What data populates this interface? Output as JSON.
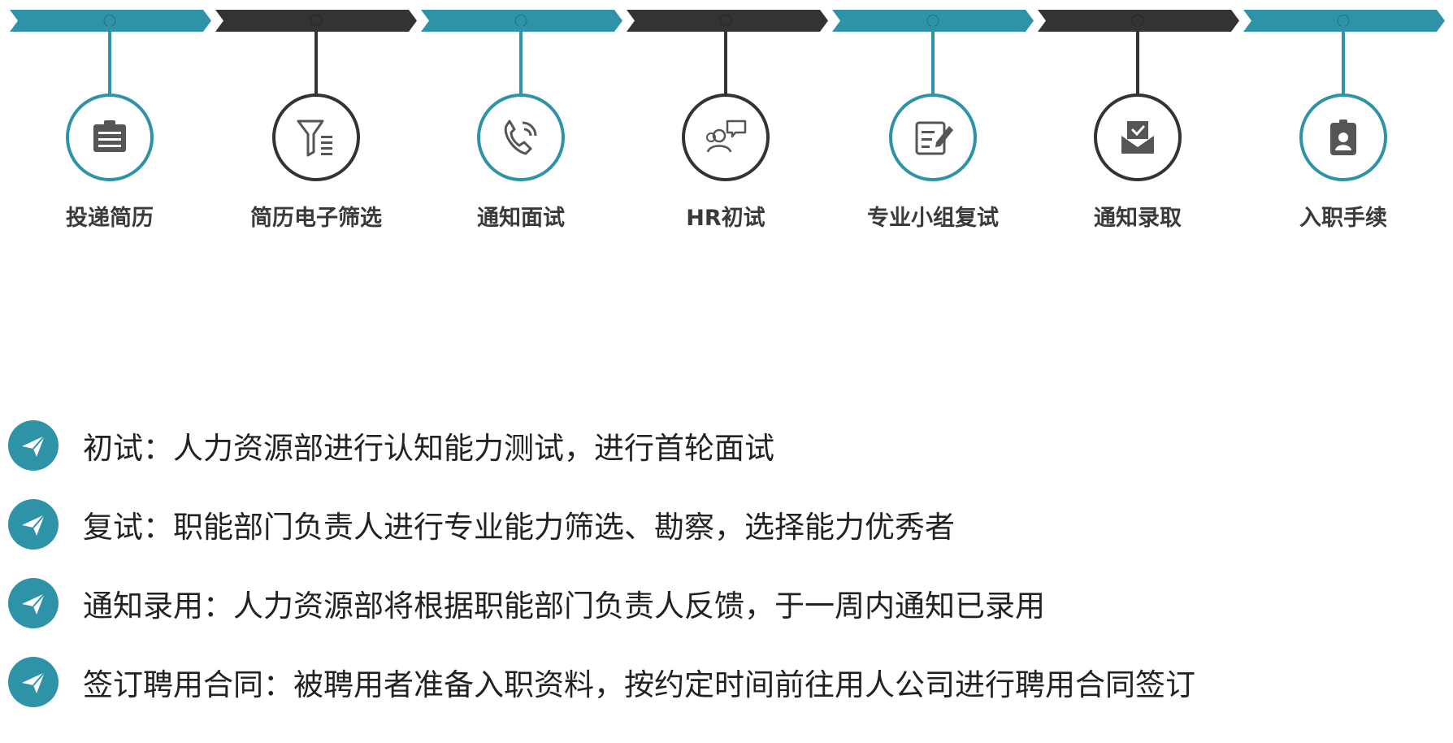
{
  "colors": {
    "teal": "#2f93a8",
    "dark": "#333333",
    "text": "#3a3a3a"
  },
  "steps": [
    {
      "label": "投递简历",
      "color": "teal",
      "icon": "clipboard-icon"
    },
    {
      "label": "简历电子筛选",
      "color": "dark",
      "icon": "filter-icon"
    },
    {
      "label": "通知面试",
      "color": "teal",
      "icon": "phone-call-icon"
    },
    {
      "label": "HR初试",
      "color": "dark",
      "icon": "people-chat-icon"
    },
    {
      "label": "专业小组复试",
      "color": "teal",
      "icon": "edit-form-icon"
    },
    {
      "label": "通知录取",
      "color": "dark",
      "icon": "envelope-check-icon"
    },
    {
      "label": "入职手续",
      "color": "teal",
      "icon": "id-badge-icon"
    }
  ],
  "bullets": [
    {
      "text": "初试：人力资源部进行认知能力测试，进行首轮面试",
      "icon": "paper-plane-icon"
    },
    {
      "text": "复试：职能部门负责人进行专业能力筛选、勘察，选择能力优秀者",
      "icon": "paper-plane-icon"
    },
    {
      "text": "通知录用：人力资源部将根据职能部门负责人反馈，于一周内通知已录用",
      "icon": "paper-plane-icon"
    },
    {
      "text": "签订聘用合同：被聘用者准备入职资料，按约定时间前往用人公司进行聘用合同签订",
      "icon": "paper-plane-icon"
    }
  ]
}
